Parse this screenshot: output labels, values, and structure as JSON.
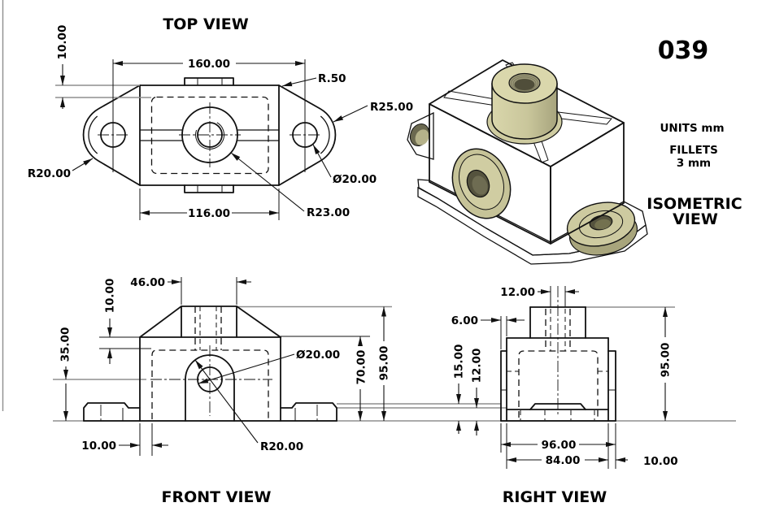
{
  "sheet": {
    "number": "039",
    "units_note": "UNITS mm",
    "fillets_note_line1": "FILLETS",
    "fillets_note_line2": "3 mm"
  },
  "views": {
    "top": {
      "title": "TOP VIEW",
      "dims": {
        "edge_offset_10": "10.00",
        "width_160": "160.00",
        "fillet_r50": "R.50",
        "tab_r25": "R25.00",
        "tab_r20": "R20.00",
        "hole_dia20": "Ø20.00",
        "boss_r23": "R23.00",
        "width_116": "116.00"
      }
    },
    "front": {
      "title": "FRONT VIEW",
      "dims": {
        "boss_width_46": "46.00",
        "roof_10": "10.00",
        "center_height_35": "35.00",
        "hole_dia20": "Ø20.00",
        "arch_r20": "R20.00",
        "wall_10": "10.00",
        "height_70": "70.00",
        "height_95": "95.00"
      }
    },
    "right": {
      "title": "RIGHT VIEW",
      "dims": {
        "thread_12": "12.00",
        "offset_6": "6.00",
        "flange_15": "15.00",
        "flange_12": "12.00",
        "height_95": "95.00",
        "width_96": "96.00",
        "width_84": "84.00",
        "ear_10": "10.00"
      }
    },
    "isometric": {
      "title_line1": "ISOMETRIC",
      "title_line2": "VIEW"
    }
  }
}
